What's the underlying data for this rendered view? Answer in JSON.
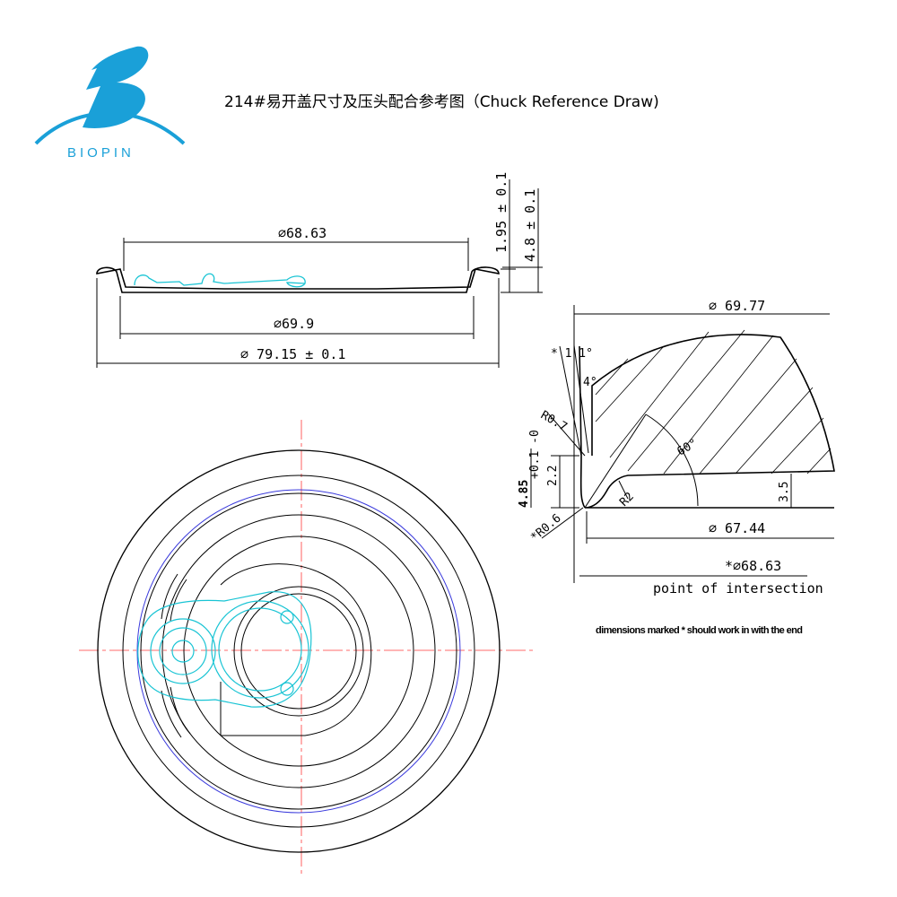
{
  "header": {
    "logo_letter": "B",
    "logo_text": "BIOPIN",
    "title": "214#易开盖尺寸及压头配合参考图（Chuck Reference Draw)"
  },
  "profile_view": {
    "dim_top": "⌀68.63",
    "dim_middle": "⌀69.9",
    "dim_bottom": "⌀ 79.15 ± 0.1",
    "dim_height_a": "1.95 ± 0.1",
    "dim_height_b": "4.8 ± 0.1"
  },
  "chuck_detail": {
    "dim_top": "⌀ 69.77",
    "angle_small": "* 1 1°",
    "angle_4": "4°",
    "radius_07": "R0.7",
    "angle_60": "60°",
    "height_22": "2.2",
    "height_485": "4.85",
    "tolerance_485": "+0.1 -0",
    "radius_2": "R2",
    "depth_35": "3.5",
    "radius_06": "*R0.6",
    "dim_6744": "⌀ 67.44",
    "dim_6863": "*⌀68.63",
    "intersection_label": "point of intersection",
    "note": "dimensions marked * should work in with the end"
  },
  "colors": {
    "line": "#000000",
    "center_line": "#ff3b3b",
    "tab": "#19c4d4",
    "inner_ring": "#3a3adc",
    "logo": "#1aa0d8"
  }
}
